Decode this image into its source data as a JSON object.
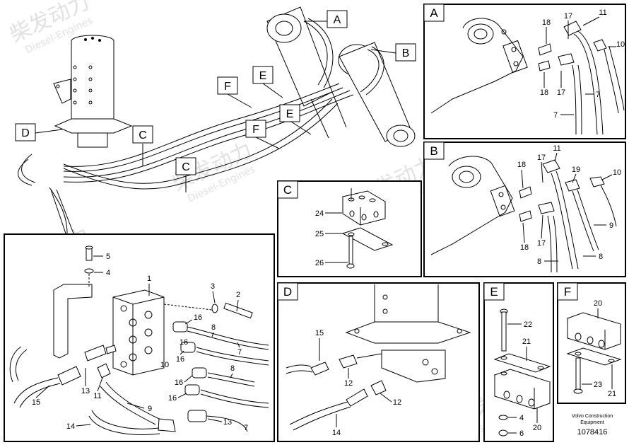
{
  "watermark": {
    "brand": "柴发动力",
    "sub": "Diesel-Engines"
  },
  "main_callouts": {
    "A": "A",
    "B": "B",
    "C1": "C",
    "C2": "C",
    "D": "D",
    "E1": "E",
    "E2": "E",
    "F1": "F",
    "F2": "F"
  },
  "panels": {
    "A": {
      "title": "A",
      "labels": {
        "l18a": "18",
        "l17a": "17",
        "l11": "11",
        "l10": "10",
        "l18b": "18",
        "l17b": "17",
        "l7a": "7",
        "l7b": "7"
      }
    },
    "B": {
      "title": "B",
      "labels": {
        "l18a": "18",
        "l17a": "17",
        "l11": "11",
        "l19": "19",
        "l10": "10",
        "l9": "9",
        "l18b": "18",
        "l17b": "17",
        "l8a": "8",
        "l8b": "8"
      }
    },
    "C": {
      "title": "C",
      "labels": {
        "l24": "24",
        "l25": "25",
        "l26": "26"
      }
    },
    "D": {
      "title": "D",
      "labels": {
        "l15": "15",
        "l12a": "12",
        "l12b": "12",
        "l14": "14"
      }
    },
    "E": {
      "title": "E",
      "labels": {
        "l22": "22",
        "l21": "21",
        "l20": "20",
        "l4": "4",
        "l6": "6"
      }
    },
    "F": {
      "title": "F",
      "labels": {
        "l20": "20",
        "l23": "23",
        "l21": "21"
      }
    },
    "detail": {
      "labels": {
        "l5": "5",
        "l4": "4",
        "l1": "1",
        "l3": "3",
        "l2": "2",
        "l16a": "16",
        "l8a": "8",
        "l7a": "7",
        "l16b": "16",
        "l16c": "16",
        "l8b": "8",
        "l16d": "16",
        "l10": "10",
        "l9": "9",
        "l15": "15",
        "l13a": "13",
        "l11": "11",
        "l14": "14",
        "l13b": "13",
        "l7b": "7",
        "l16e": "16"
      }
    }
  },
  "footer": {
    "line1": "Volvo Construction",
    "line2": "Equipment",
    "number": "1078416"
  }
}
